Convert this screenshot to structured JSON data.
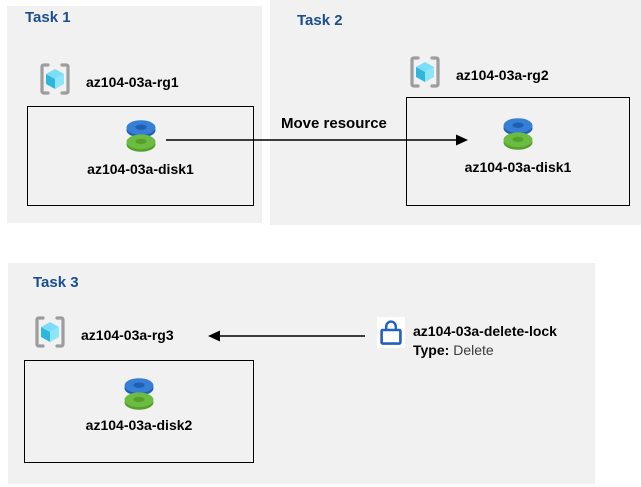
{
  "tasks": [
    {
      "title": "Task 1",
      "resource_group": "az104-03a-rg1",
      "resource": "az104-03a-disk1"
    },
    {
      "title": "Task 2",
      "resource_group": "az104-03a-rg2",
      "resource": "az104-03a-disk1"
    },
    {
      "title": "Task 3",
      "resource_group": "az104-03a-rg3",
      "resource": "az104-03a-disk2"
    }
  ],
  "move_arrow": {
    "label": "Move resource"
  },
  "lock": {
    "name": "az104-03a-delete-lock",
    "type_label": "Type:",
    "type_value": "Delete"
  },
  "icons": {
    "resource_group": "azure-resource-group-cube-in-brackets",
    "disk": "azure-managed-disk-blue-green-stack",
    "lock": "blue-outline-padlock",
    "move": "right-arrow",
    "lock_link": "left-arrow"
  },
  "colors": {
    "panel_background": "#f1f1f1",
    "task_title": "#1b4e8f",
    "arrow": "#000000",
    "lock_blue": "#2061c0",
    "disk_blue": "#377fd6",
    "disk_blue_dark": "#1e5fb0",
    "disk_green": "#6cbc41",
    "disk_green_dark": "#55a02c",
    "cube_top": "#7adef6",
    "cube_left": "#30b6dc",
    "cube_right": "#8ce6f8",
    "bracket_gray": "#9d9d9d"
  }
}
